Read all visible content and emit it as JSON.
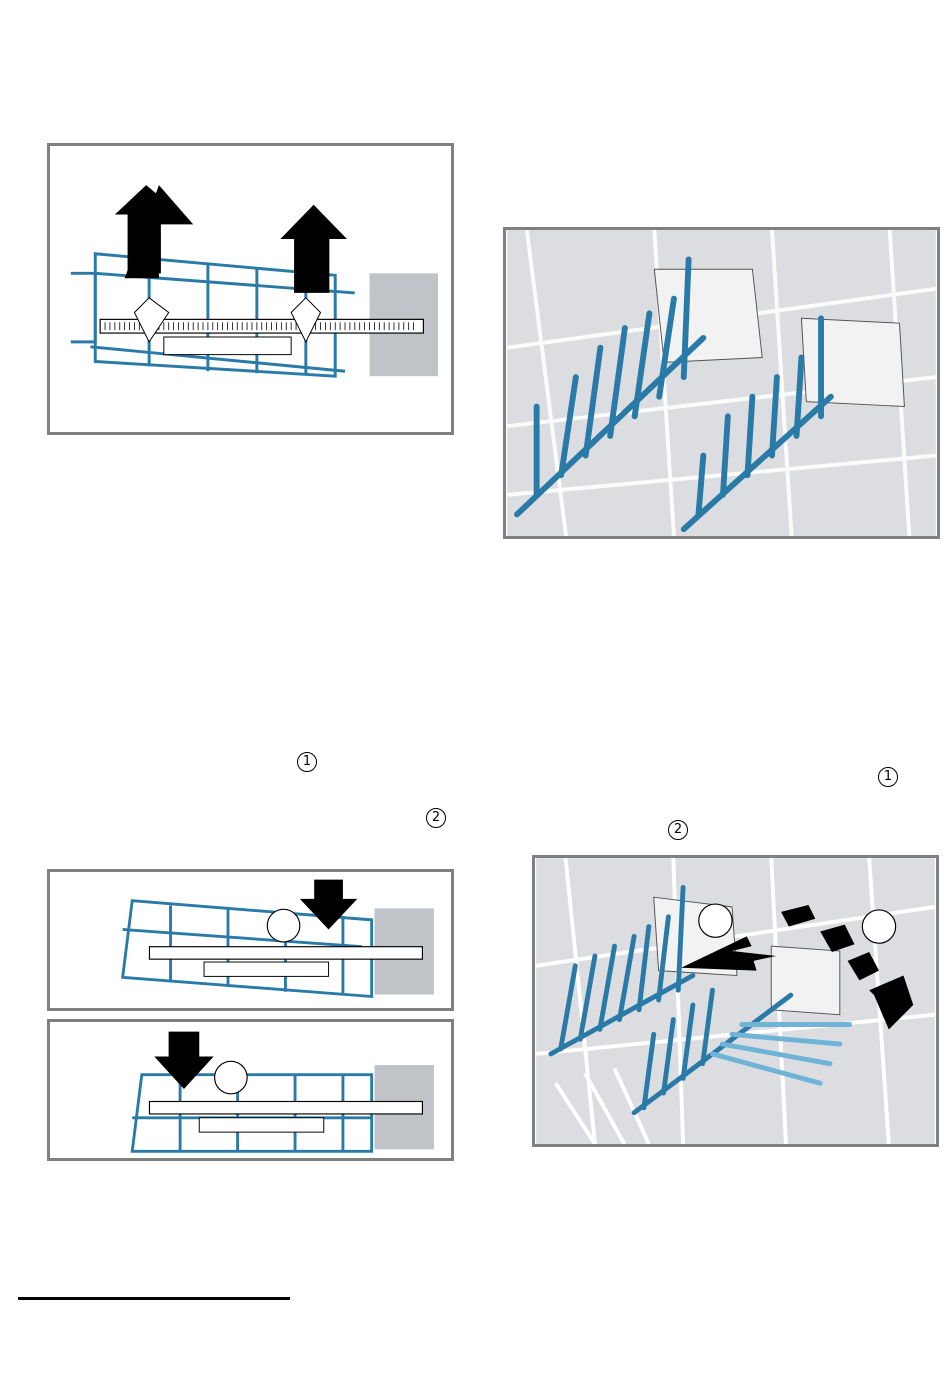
{
  "markers": {
    "left_step1": "1",
    "left_step2": "2",
    "right_step1": "1",
    "right_step2": "2"
  },
  "colors": {
    "rack_wire": "#2a7aa8",
    "rack_wire_light": "#6fb3d6",
    "frame": "#808080",
    "wall": "#c0c4c9",
    "arrow": "#000000"
  },
  "icons": [
    "arrow-up-icon",
    "arrow-down-icon",
    "circled-number-icon"
  ]
}
